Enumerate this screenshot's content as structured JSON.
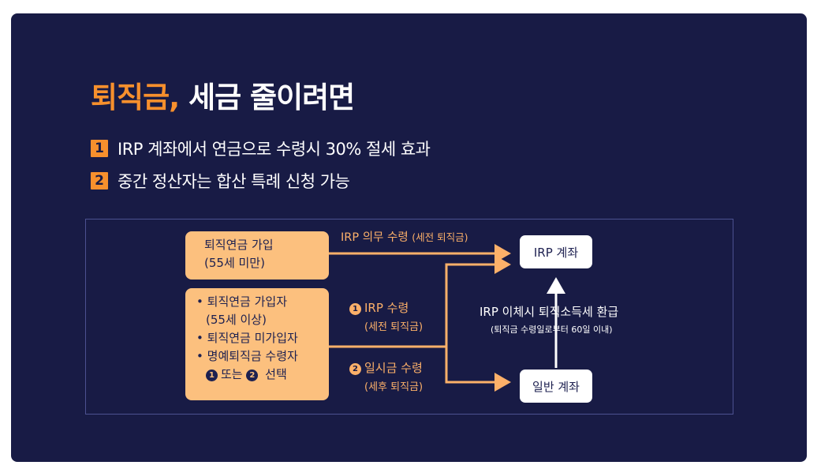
{
  "title": {
    "accent": "퇴직금,",
    "rest": " 세금 줄이려면"
  },
  "points": [
    {
      "num": "1",
      "text": "IRP 계좌에서 연금으로 수령시 30% 절세 효과"
    },
    {
      "num": "2",
      "text": "중간 정산자는 합산 특례 신청 가능"
    }
  ],
  "diagram": {
    "box1": {
      "line1": "퇴직연금 가입",
      "line2": "(55세 미만)"
    },
    "box2": {
      "bullet": "•",
      "item1a": "퇴직연금 가입자",
      "item1b": "(55세 이상)",
      "item2": "퇴직연금 미가입자",
      "item3": "명예퇴직금 수령자",
      "choice_n1": "1",
      "choice_or": "또는",
      "choice_n2": "2",
      "choice_word": " 선택"
    },
    "arrow_top": {
      "main": "IRP 의무 수령 ",
      "sub": "(세전 퇴직금)"
    },
    "arrow_mid": {
      "num": "1",
      "main": "IRP 수령",
      "sub": "(세전 퇴직금)"
    },
    "arrow_low": {
      "num": "2",
      "main": "일시금 수령",
      "sub": "(세후 퇴직금)"
    },
    "transfer": {
      "main": "IRP 이체시 퇴직소득세 환급",
      "sub": "(퇴직금 수령일로부터 60일 이내)"
    },
    "irp_account": "IRP 계좌",
    "general_account": "일반 계좌"
  },
  "colors": {
    "background": "#181b45",
    "accent": "#f7902d",
    "box": "#fcc07e",
    "arrow": "#fcb069"
  }
}
